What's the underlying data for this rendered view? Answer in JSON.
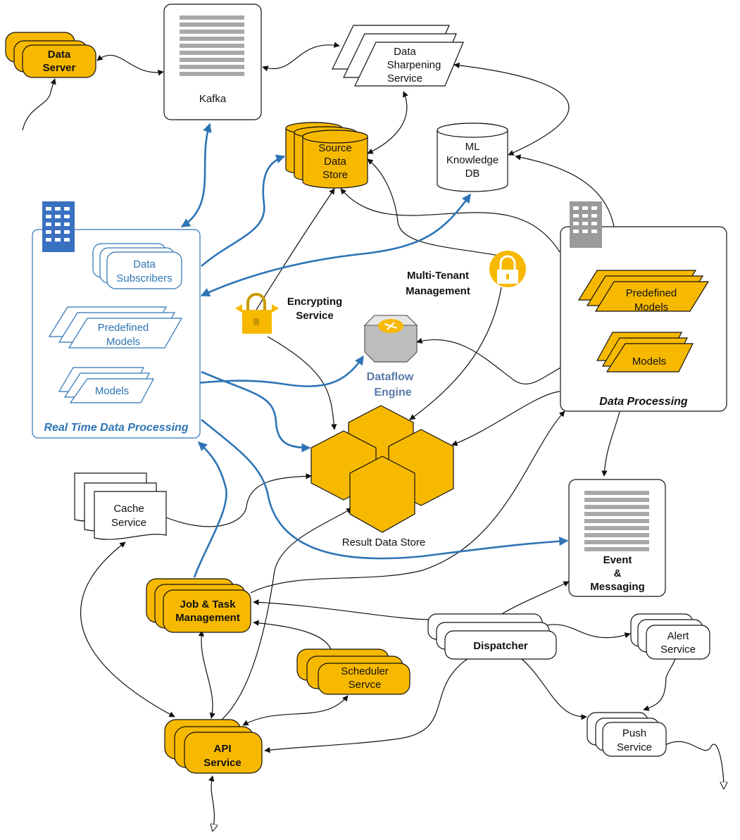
{
  "nodes": {
    "data_server": {
      "line1": "Data",
      "line2": "Server"
    },
    "kafka": {
      "label": "Kafka"
    },
    "data_sharpening": {
      "line1": "Data",
      "line2": "Sharpening",
      "line3": "Service"
    },
    "source_data_store": {
      "line1": "Source",
      "line2": "Data",
      "line3": "Store"
    },
    "ml_knowledge_db": {
      "line1": "ML",
      "line2": "Knowledge",
      "line3": "DB"
    },
    "realtime": {
      "title": "Real Time Data Processing",
      "data_subscribers": {
        "line1": "Data",
        "line2": "Subscribers"
      },
      "predefined_models": {
        "line1": "Predefined",
        "line2": "Models"
      },
      "models": {
        "label": "Models"
      }
    },
    "multi_tenant": {
      "line1": "Multi-Tenant",
      "line2": "Management"
    },
    "encrypting": {
      "line1": "Encrypting",
      "line2": "Service"
    },
    "dataflow_engine": {
      "line1": "Dataflow",
      "line2": "Engine"
    },
    "data_processing": {
      "title": "Data Processing",
      "predefined_models": {
        "line1": "Predefined",
        "line2": "Models"
      },
      "models": {
        "label": "Models"
      }
    },
    "result_data_store": {
      "label": "Result Data Store"
    },
    "cache_service": {
      "line1": "Cache",
      "line2": "Service"
    },
    "event_messaging": {
      "line1": "Event",
      "line2": "&",
      "line3": "Messaging"
    },
    "job_task": {
      "line1": "Job & Task",
      "line2": "Management"
    },
    "dispatcher": {
      "label": "Dispatcher"
    },
    "alert_service": {
      "line1": "Alert",
      "line2": "Service"
    },
    "scheduler": {
      "line1": "Scheduler",
      "line2": "Servce"
    },
    "api_service": {
      "line1": "API",
      "line2": "Service"
    },
    "push_service": {
      "line1": "Push",
      "line2": "Service"
    }
  },
  "colors": {
    "accent_yellow": "#f7b900",
    "blue": "#2e74b5",
    "dark": "#111111",
    "gray": "#a8a8a8",
    "server_blue": "#3a70c0",
    "server_gray": "#9a9a9a"
  },
  "icons": [
    "server-building-icon",
    "padlock-icon",
    "dataflow-engine-icon",
    "document-stack-icon"
  ]
}
